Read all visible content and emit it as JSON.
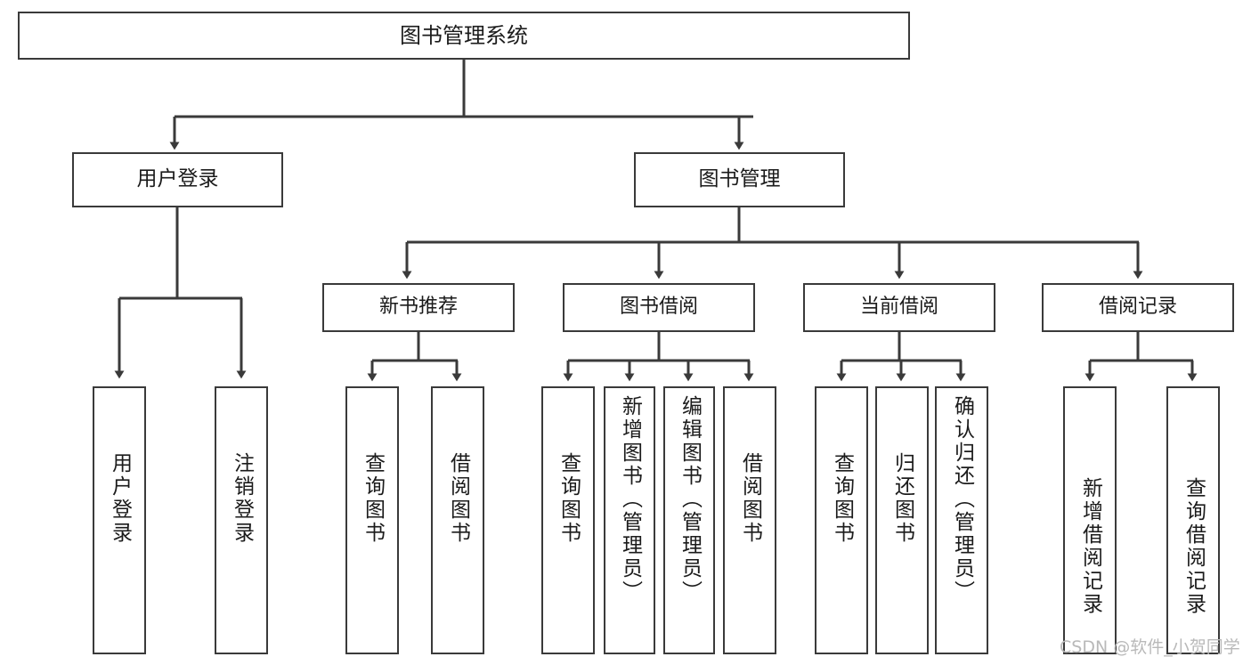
{
  "diagram": {
    "title_label": "图书管理系统",
    "watermark": "CSDN @软件_小贺同学",
    "line_color": "#3a3a3a",
    "background": "#ffffff",
    "text_color": "#1b1b1b",
    "watermark_color": "#b9b9b9"
  },
  "nodes": {
    "root": {
      "label": "图书管理系统"
    },
    "level1": [
      {
        "key": "user-login",
        "label": "用户登录"
      },
      {
        "key": "book-management",
        "label": "图书管理"
      }
    ],
    "level2": [
      {
        "key": "new-book-recommend",
        "label": "新书推荐"
      },
      {
        "key": "book-borrow",
        "label": "图书借阅"
      },
      {
        "key": "current-borrow",
        "label": "当前借阅"
      },
      {
        "key": "borrow-record",
        "label": "借阅记录"
      }
    ],
    "leaves": {
      "user_login": [
        {
          "key": "user-login-leaf",
          "label": "用户登录"
        },
        {
          "key": "logout-login-leaf",
          "label": "注销登录"
        }
      ],
      "new_book_recommend": [
        {
          "key": "query-book-1",
          "label": "查询图书"
        },
        {
          "key": "borrow-book-1",
          "label": "借阅图书"
        }
      ],
      "book_borrow": [
        {
          "key": "query-book-2",
          "label": "查询图书"
        },
        {
          "key": "add-book",
          "label": "新增图书（管理员）"
        },
        {
          "key": "edit-book",
          "label": "编辑图书（管理员）"
        },
        {
          "key": "borrow-book-2",
          "label": "借阅图书"
        }
      ],
      "current_borrow": [
        {
          "key": "query-book-3",
          "label": "查询图书"
        },
        {
          "key": "return-book",
          "label": "归还图书"
        },
        {
          "key": "confirm-return",
          "label": "确认归还（管理员）"
        }
      ],
      "borrow_record": [
        {
          "key": "add-borrow-record",
          "label": "新增借阅记录"
        },
        {
          "key": "query-borrow-record",
          "label": "查询借阅记录"
        }
      ]
    }
  }
}
